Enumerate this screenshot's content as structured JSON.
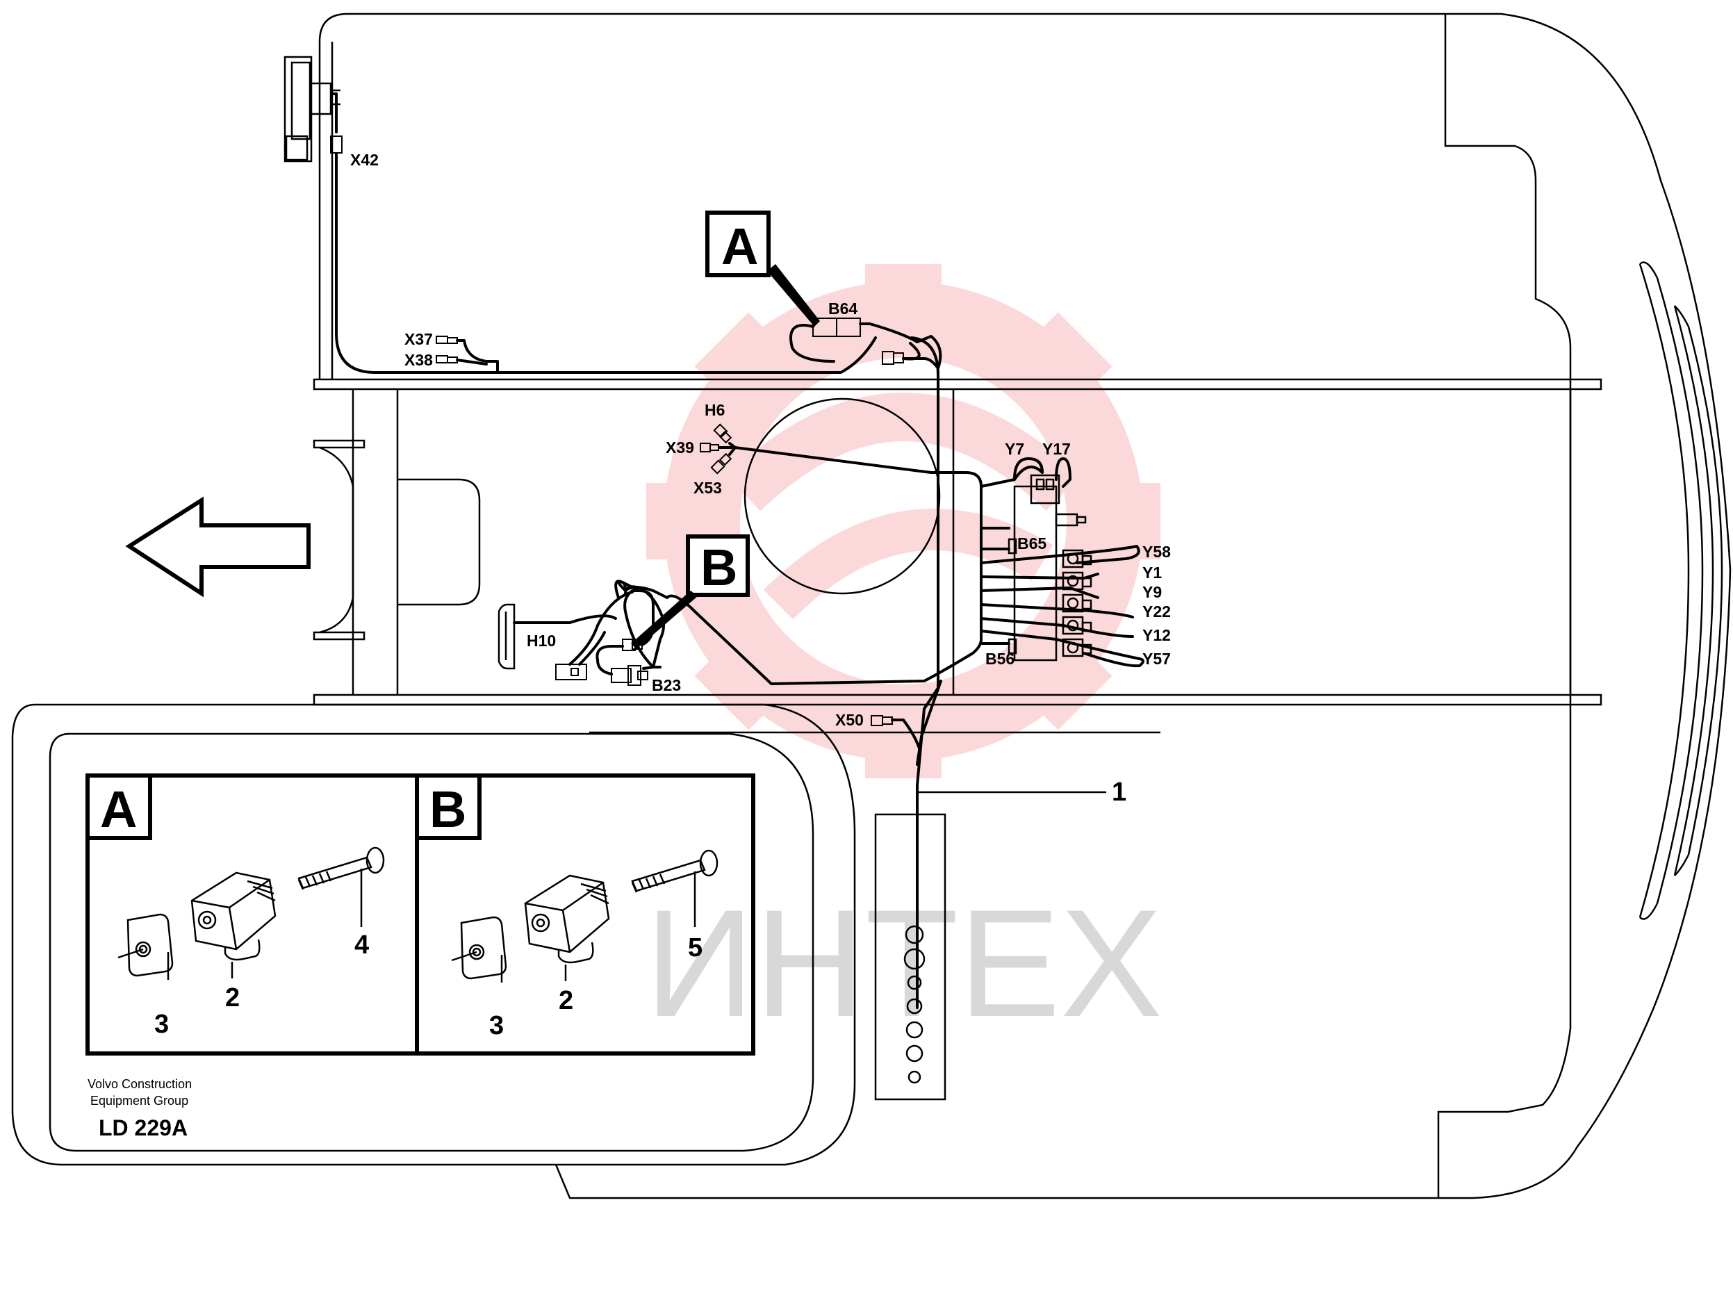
{
  "drawing": {
    "code": "LD 229A",
    "company_line1": "Volvo Construction",
    "company_line2": "Equipment Group"
  },
  "callouts": {
    "main_a": "A",
    "main_b": "B",
    "detail_a": "A",
    "detail_b": "B"
  },
  "component_labels": {
    "x42": "X42",
    "x37": "X37",
    "x38": "X38",
    "b64": "B64",
    "h6": "H6",
    "x39": "X39",
    "x53": "X53",
    "y7": "Y7",
    "y17": "Y17",
    "b65": "B65",
    "y58": "Y58",
    "y1": "Y1",
    "y9": "Y9",
    "y22": "Y22",
    "y12": "Y12",
    "y57": "Y57",
    "b56": "B56",
    "h10": "H10",
    "b23": "B23",
    "x50": "X50"
  },
  "item_numbers": {
    "harness": "1",
    "a_connector": "2",
    "a_seal": "3",
    "a_screw": "4",
    "b_connector": "2",
    "b_seal": "3",
    "b_screw": "5"
  },
  "watermark": {
    "text": "ИНТЕХ",
    "gear_color": "#e8262b",
    "text_color": "#d0d0d0"
  }
}
